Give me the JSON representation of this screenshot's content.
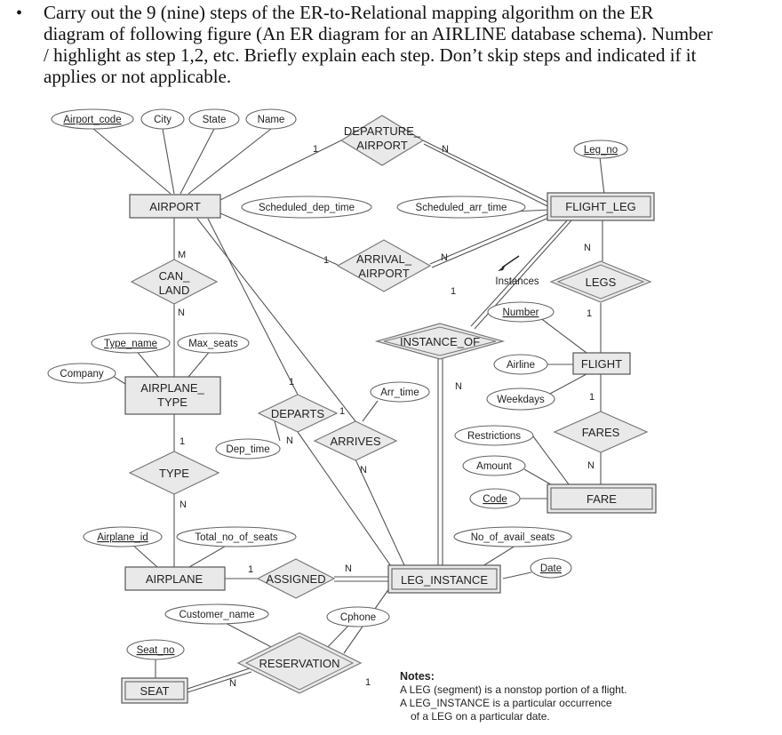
{
  "question": {
    "bullet": "•",
    "lines": [
      "Carry out the 9 (nine) steps of the ER-to-Relational mapping algorithm on the ER",
      "diagram of following figure (An ER diagram for an AIRLINE database schema). Number",
      "/ highlight as step 1,2, etc. Briefly explain each step. Don’t skip steps and indicated if it",
      "applies or not applicable."
    ]
  },
  "entities": {
    "airport": "AIRPORT",
    "flight_leg": "FLIGHT_LEG",
    "airplane_type": [
      "AIRPLANE_",
      "TYPE"
    ],
    "flight": "FLIGHT",
    "fare": "FARE",
    "airplane": "AIRPLANE",
    "leg_instance": "LEG_INSTANCE",
    "seat": "SEAT"
  },
  "relationships": {
    "departure_airport": [
      "DEPARTURE_",
      "AIRPORT"
    ],
    "arrival_airport": [
      "ARRIVAL_",
      "AIRPORT"
    ],
    "can_land": [
      "CAN_",
      "LAND"
    ],
    "legs": "LEGS",
    "instance_of": "INSTANCE_OF",
    "departs": "DEPARTS",
    "arrives": "ARRIVES",
    "fares": "FARES",
    "type": "TYPE",
    "assigned": "ASSIGNED",
    "reservation": "RESERVATION"
  },
  "attributes": {
    "airport_code": "Airport_code",
    "city": "City",
    "state": "State",
    "name": "Name",
    "leg_no": "Leg_no",
    "scheduled_dep_time": "Scheduled_dep_time",
    "scheduled_arr_time": "Scheduled_arr_time",
    "instances": "Instances",
    "number": "Number",
    "type_name": "Type_name",
    "max_seats": "Max_seats",
    "company": "Company",
    "airline": "Airline",
    "weekdays": "Weekdays",
    "arr_time": "Arr_time",
    "dep_time": "Dep_time",
    "restrictions": "Restrictions",
    "amount": "Amount",
    "code": "Code",
    "airplane_id": "Airplane_id",
    "total_no_of_seats": "Total_no_of_seats",
    "no_of_avail_seats": "No_of_avail_seats",
    "date": "Date",
    "customer_name": "Customer_name",
    "cphone": "Cphone",
    "seat_no": "Seat_no"
  },
  "cardinalities": {
    "dep_airport_1": "1",
    "dep_airport_n": "N",
    "arr_airport_1": "1",
    "arr_airport_n": "N",
    "canland_m": "M",
    "canland_n": "N",
    "legs_n": "N",
    "legs_1": "1",
    "instof_1": "1",
    "instof_n": "N",
    "departs_1a": "1",
    "departs_1b": "1",
    "departs_n": "N",
    "arrives_n": "N",
    "fares_1": "1",
    "fares_n": "N",
    "type_1": "1",
    "type_n": "N",
    "assigned_1": "1",
    "assigned_n": "N",
    "reservation_n": "N",
    "reservation_1": "1"
  },
  "notes": {
    "heading": "Notes:",
    "lines": [
      "A LEG (segment) is a nonstop portion of a flight.",
      "A LEG_INSTANCE is a particular occurrence",
      "of a LEG on a particular date."
    ]
  }
}
